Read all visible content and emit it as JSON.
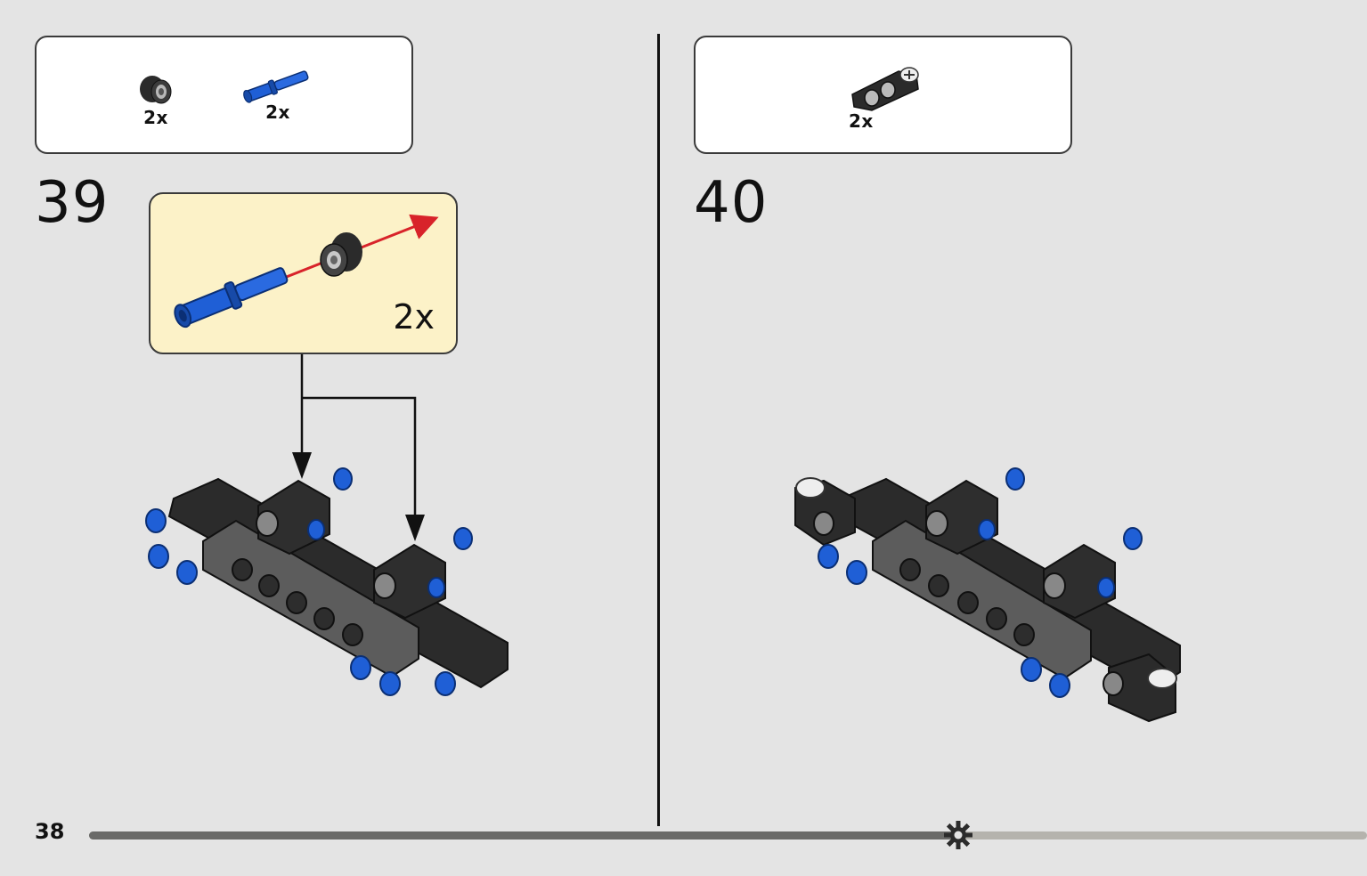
{
  "steps": [
    {
      "number": "39",
      "parts": [
        {
          "icon": "bush-icon",
          "quantity": "2x"
        },
        {
          "icon": "blue-axle-pin-icon",
          "quantity": "2x"
        }
      ],
      "callout": {
        "multiplier": "2x"
      }
    },
    {
      "number": "40",
      "parts": [
        {
          "icon": "liftarm-connector-icon",
          "quantity": "2x"
        }
      ]
    }
  ],
  "footer": {
    "page_number": "38",
    "progress": 0.68
  },
  "colors": {
    "background": "#e4e4e4",
    "callout_fill": "#fcf2c8",
    "technic_blue": "#1f5fd6",
    "technic_black": "#2b2b2b",
    "assembly_arrow": "#d8232a"
  }
}
